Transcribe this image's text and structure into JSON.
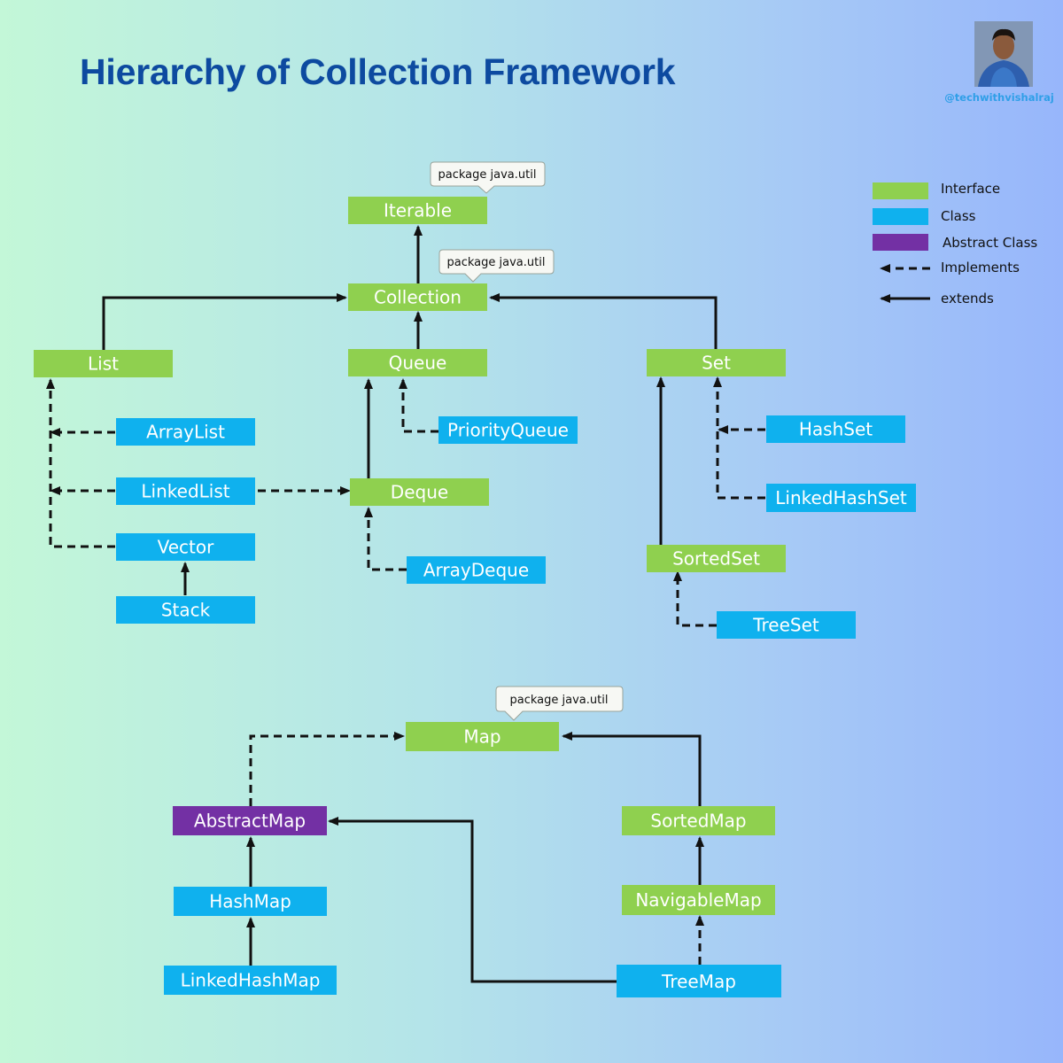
{
  "header": {
    "title": "Hierarchy of Collection Framework",
    "handle": "@techwithvishalraj"
  },
  "colors": {
    "interface": "#8fd04f",
    "class": "#0fb1ee",
    "abstract_class": "#7330a4",
    "arrow": "#111111",
    "title": "#0d4aa0",
    "handle": "#2f9fe8"
  },
  "legend": {
    "interface": "Interface",
    "class": "Class",
    "abstract_class": "Abstract Class",
    "implements": "Implements",
    "extends": "extends"
  },
  "callout_text": "package java.util",
  "nodes": {
    "iterable": "Iterable",
    "collection": "Collection",
    "list": "List",
    "queue": "Queue",
    "set": "Set",
    "arraylist": "ArrayList",
    "priorityqueue": "PriorityQueue",
    "hashset": "HashSet",
    "linkedlist": "LinkedList",
    "deque": "Deque",
    "linkedhashset": "LinkedHashSet",
    "vector": "Vector",
    "sortedset": "SortedSet",
    "arraydeque": "ArrayDeque",
    "stack": "Stack",
    "treeset": "TreeSet",
    "map": "Map",
    "abstractmap": "AbstractMap",
    "sortedmap": "SortedMap",
    "hashmap": "HashMap",
    "navigablemap": "NavigableMap",
    "linkedhashmap": "LinkedHashMap",
    "treemap": "TreeMap"
  }
}
